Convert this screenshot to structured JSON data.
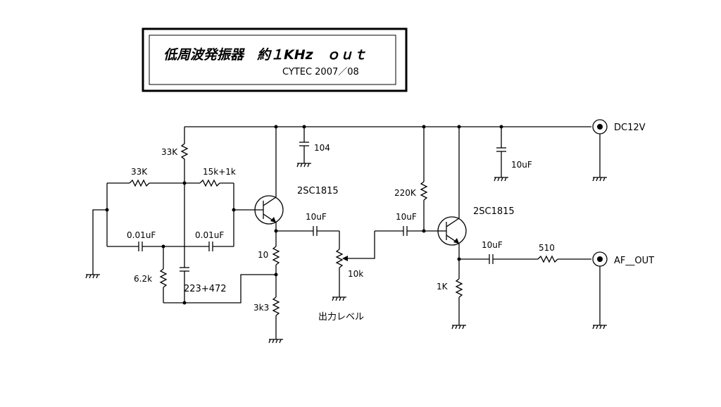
{
  "title": {
    "main": "低周波発振器　約１KHz　ｏｕｔ",
    "credit": "CYTEC  2007／08"
  },
  "labels": {
    "r_33k_vert": "33K",
    "r_33k_horiz": "33K",
    "r_15k": "15k+1k",
    "c_001_left": "0.01uF",
    "c_001_right": "0.01uF",
    "r_62k": "6.2k",
    "c_223": "223+472",
    "r_10": "10",
    "r_3k3": "3k3",
    "q1": "2SC1815",
    "c_104": "104",
    "c_10uf_a": "10uF",
    "vr_10k": "10k",
    "output_level": "出力レベル",
    "c_10uf_b": "10uF",
    "r_220k": "220K",
    "q2": "2SC1815",
    "c_10uf_psu": "10uF",
    "c_10uf_out": "10uF",
    "r_510": "510",
    "r_1k": "1K",
    "dc12v": "DC12V",
    "af_out": "AF__OUT"
  }
}
